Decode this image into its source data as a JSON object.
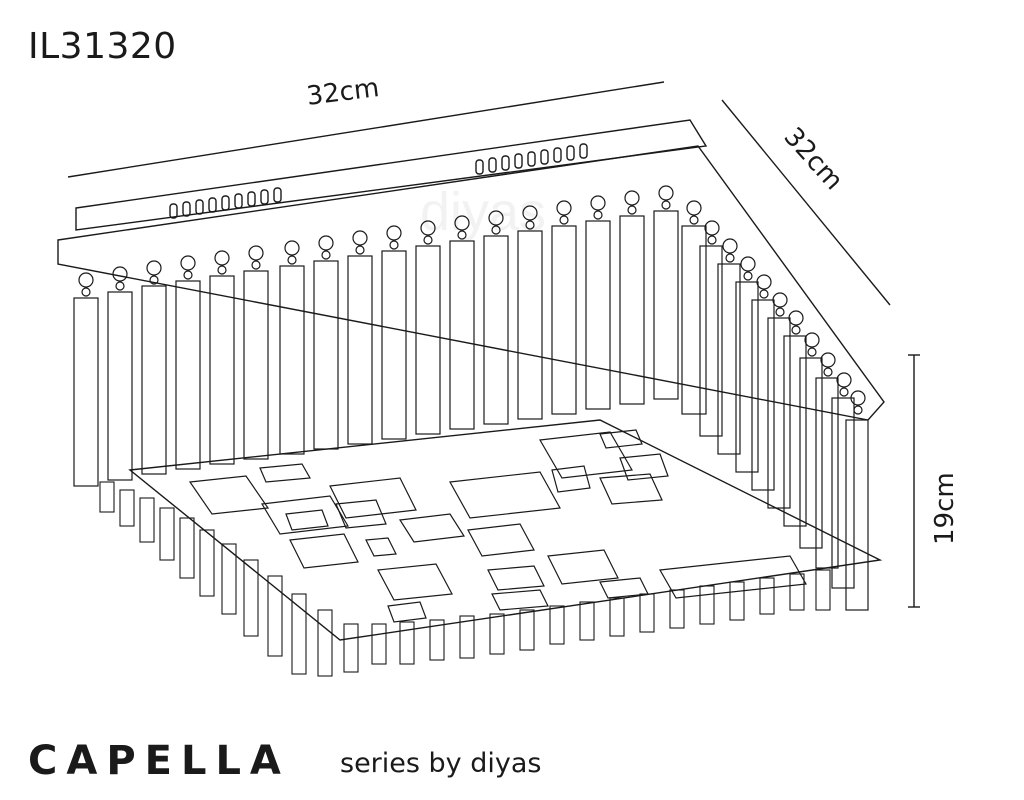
{
  "product_code": "IL31320",
  "dimensions": {
    "width": "32cm",
    "depth": "32cm",
    "height": "19cm"
  },
  "product_name": "CAPELLA",
  "tagline": "series by diyas",
  "watermark": "diyas",
  "colors": {
    "line": "#1a1a1a",
    "background": "#ffffff"
  }
}
